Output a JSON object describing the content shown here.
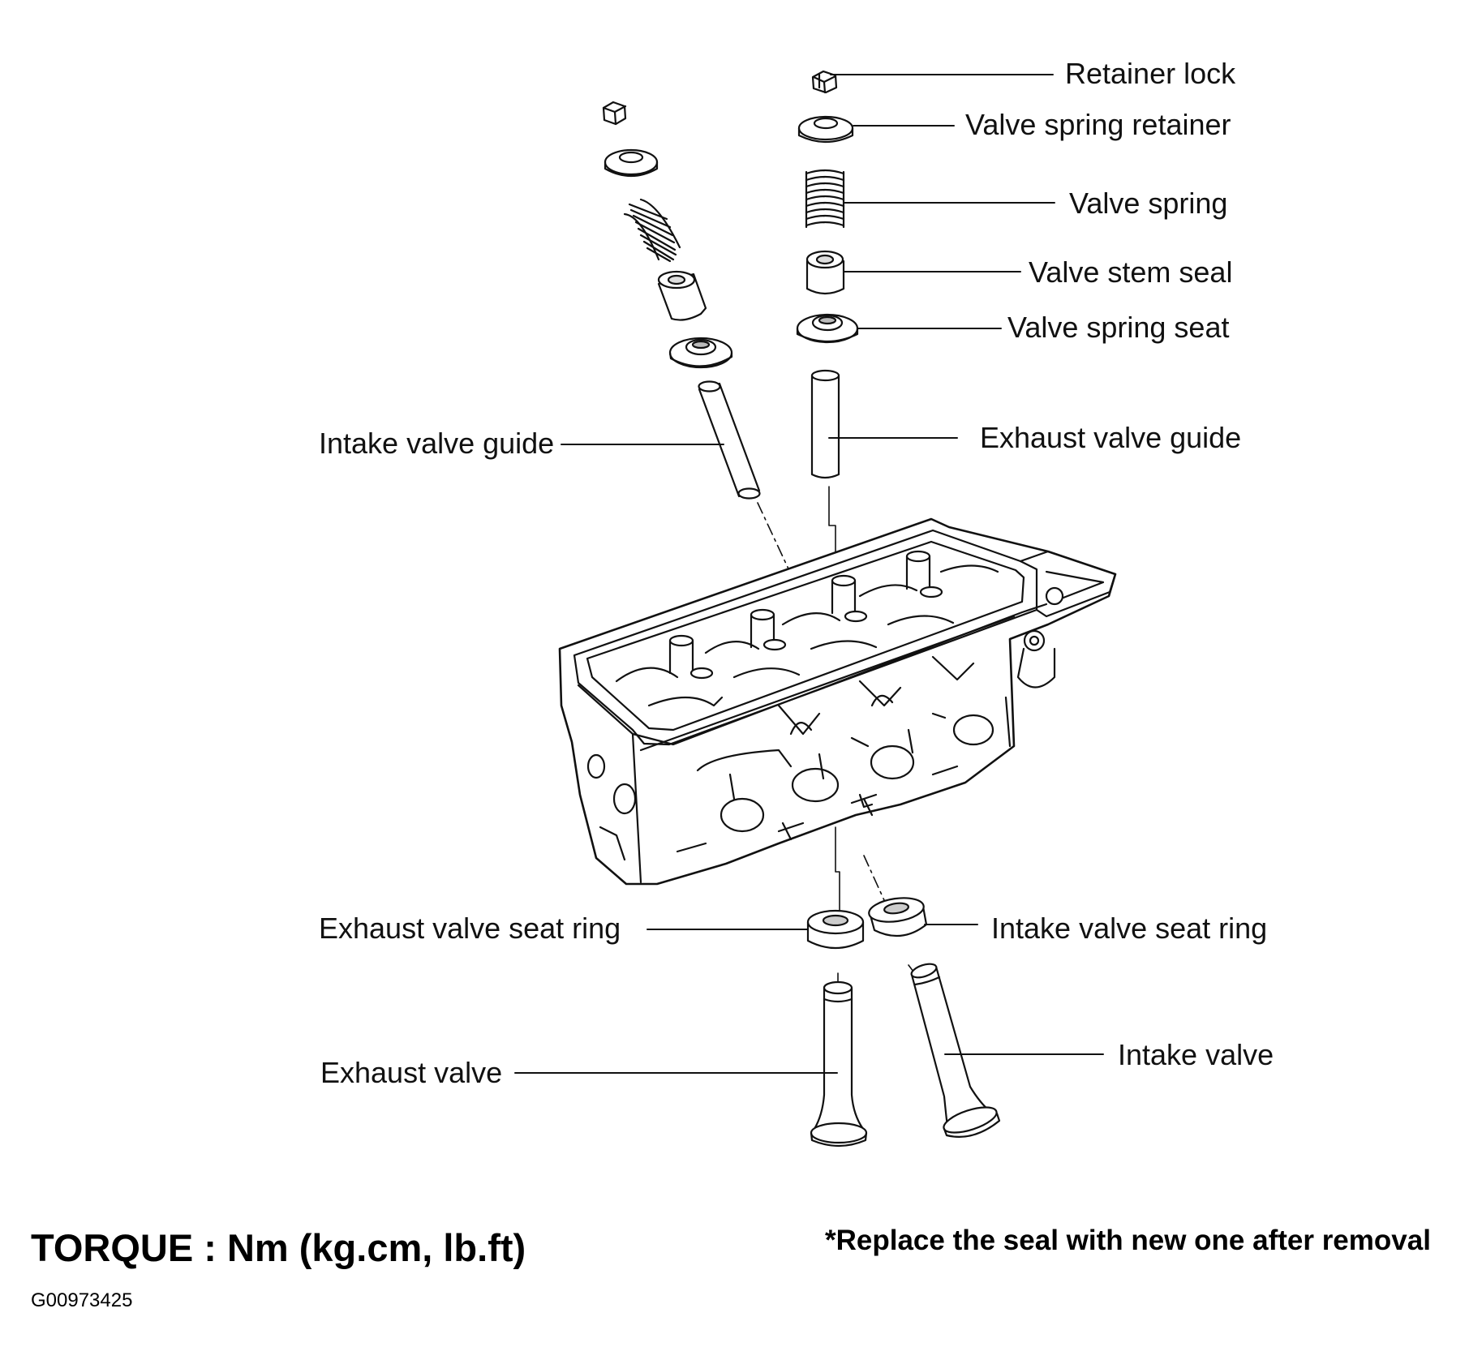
{
  "labels": {
    "retainer_lock": "Retainer lock",
    "valve_spring_retainer": "Valve spring retainer",
    "valve_spring": "Valve spring",
    "valve_stem_seal": "Valve stem seal",
    "valve_spring_seat": "Valve spring seat",
    "intake_valve_guide": "Intake valve guide",
    "exhaust_valve_guide": "Exhaust valve guide",
    "exhaust_valve_seat_ring": "Exhaust valve seat ring",
    "intake_valve_seat_ring": "Intake valve seat ring",
    "exhaust_valve": "Exhaust valve",
    "intake_valve": "Intake valve"
  },
  "footer": {
    "torque": "TORQUE : Nm (kg.cm, lb.ft)",
    "note": "*Replace the seal with new one after removal",
    "figure_id": "G00973425"
  }
}
